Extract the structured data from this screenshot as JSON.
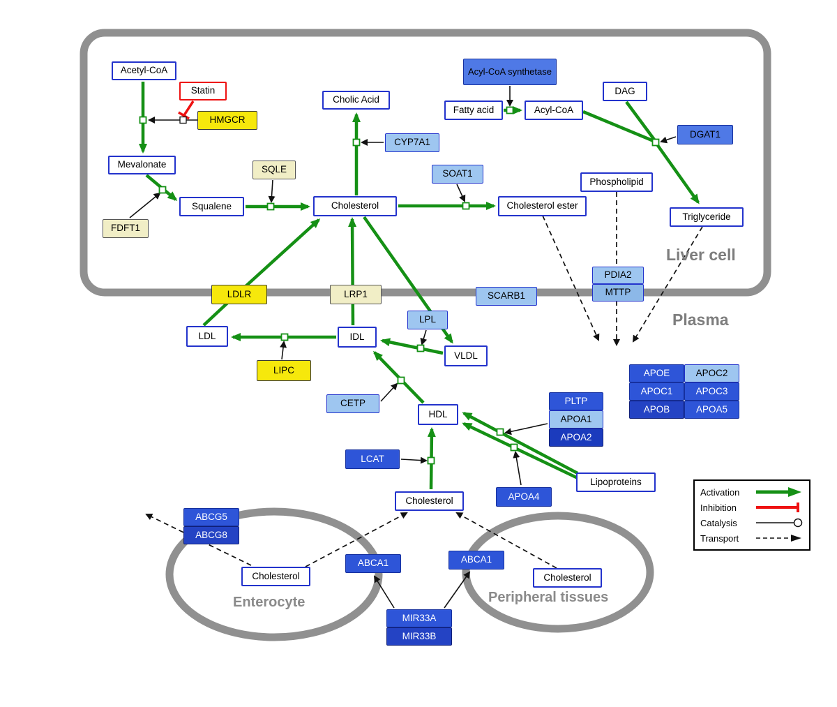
{
  "compartments": {
    "liver": "Liver cell",
    "plasma": "Plasma",
    "enterocyte": "Enterocyte",
    "peripheral": "Peripheral tissues"
  },
  "nodes": {
    "acetyl_coa": "Acetyl-CoA",
    "statin": "Statin",
    "hmgcr": "HMGCR",
    "mevalonate": "Mevalonate",
    "fdft1": "FDFT1",
    "squalene": "Squalene",
    "sqle": "SQLE",
    "cholic_acid": "Cholic Acid",
    "cyp7a1": "CYP7A1",
    "cholesterol_liver": "Cholesterol",
    "soat1": "SOAT1",
    "cholesterol_ester": "Cholesterol ester",
    "acyl_coa_synthetase": "Acyl-CoA synthetase",
    "fatty_acid": "Fatty acid",
    "acyl_coa": "Acyl-CoA",
    "dag": "DAG",
    "dgat1": "DGAT1",
    "phospholipid": "Phospholipid",
    "triglyceride": "Triglyceride",
    "pdia2": "PDIA2",
    "mttp": "MTTP",
    "ldlr": "LDLR",
    "lrp1": "LRP1",
    "scarb1": "SCARB1",
    "ldl": "LDL",
    "idl": "IDL",
    "lpl": "LPL",
    "vldl": "VLDL",
    "lipc": "LIPC",
    "cetp": "CETP",
    "hdl": "HDL",
    "pltp": "PLTP",
    "apoa1": "APOA1",
    "apoa2": "APOA2",
    "lcat": "LCAT",
    "apoa4": "APOA4",
    "lipoproteins": "Lipoproteins",
    "apoe": "APOE",
    "apoc2": "APOC2",
    "apoc1": "APOC1",
    "apoc3": "APOC3",
    "apob": "APOB",
    "apoa5": "APOA5",
    "cholesterol_plasma": "Cholesterol",
    "abcg5": "ABCG5",
    "abcg8": "ABCG8",
    "cholesterol_enterocyte": "Cholesterol",
    "abca1_enterocyte": "ABCA1",
    "abca1_peripheral": "ABCA1",
    "cholesterol_peripheral": "Cholesterol",
    "mir33a": "MIR33A",
    "mir33b": "MIR33B"
  },
  "legend": {
    "activation": "Activation",
    "inhibition": "Inhibition",
    "catalysis": "Catalysis",
    "transport": "Transport"
  },
  "colors": {
    "activation": "#159015",
    "inhibition": "#ee1111",
    "membrane": "#909090",
    "metabolite_border": "#2333cc",
    "gene_yellow": "#f6e80c",
    "gene_cream": "#f1eec6",
    "gene_lightblue": "#9ec6f0",
    "gene_blue": "#2e55d8"
  }
}
